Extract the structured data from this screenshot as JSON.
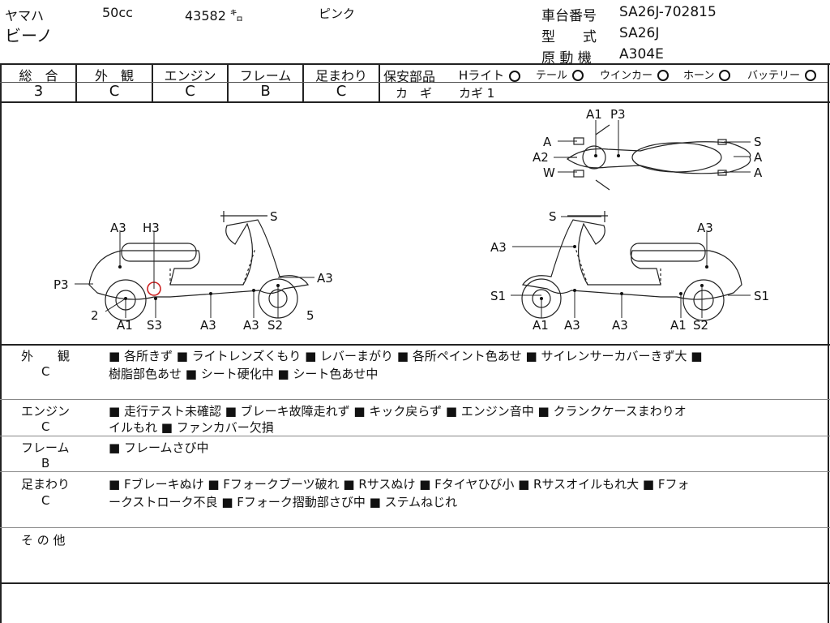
{
  "header": {
    "maker": "ヤマハ",
    "displacement": "50cc",
    "mileage": "43582",
    "mileage_unit": "㌔",
    "color": "ピンク",
    "model_name": "ビーノ",
    "chassis_label": "車台番号",
    "chassis_value": "SA26J-702815",
    "type_label": "型　　式",
    "type_value": "SA26J",
    "engine_label": "原 動 機",
    "engine_value": "A304E"
  },
  "grades": [
    {
      "label": "総　合",
      "value": "3"
    },
    {
      "label": "外　観",
      "value": "C"
    },
    {
      "label": "エンジン",
      "value": "C"
    },
    {
      "label": "フレーム",
      "value": "B"
    },
    {
      "label": "足まわり",
      "value": "C"
    }
  ],
  "safety": {
    "label": "保安部品",
    "items": [
      "Hライト",
      "テール",
      "ウインカー",
      "ホーン",
      "バッテリー"
    ],
    "key_label": "カ　ギ",
    "key_value": "カギ 1"
  },
  "diagram_labels": {
    "top": [
      "A1",
      "P3",
      "A",
      "A2",
      "W",
      "S",
      "A",
      "A"
    ],
    "left": [
      "S",
      "A3",
      "H3",
      "P3",
      "A3",
      "2",
      "5",
      "A1",
      "S3",
      "A3",
      "A3",
      "S2"
    ],
    "right": [
      "S",
      "A3",
      "A3",
      "S1",
      "S1",
      "A1",
      "A3",
      "A3",
      "A1",
      "S2"
    ]
  },
  "sections": [
    {
      "title": "外　　観",
      "grade": "C",
      "line1": "■ 各所きず ■ ライトレンズくもり ■ レバーまがり ■ 各所ペイント色あせ ■ サイレンサーカバーきず大 ■",
      "line2": "樹脂部色あせ ■ シート硬化中 ■ シート色あせ中"
    },
    {
      "title": "エンジン",
      "grade": "C",
      "line1": "■ 走行テスト未確認 ■ ブレーキ故障走れず ■ キック戻らず ■ エンジン音中 ■ クランクケースまわりオ",
      "line2": "イルもれ ■ ファンカバー欠損"
    },
    {
      "title": "フレーム",
      "grade": "B",
      "line1": "■ フレームさび中",
      "line2": ""
    },
    {
      "title": "足まわり",
      "grade": "C",
      "line1": "■ Fブレーキぬけ ■ Fフォークブーツ破れ ■ Rサスぬけ ■ Fタイヤひび小 ■ Rサスオイルもれ大 ■ Fフォ",
      "line2": "ークストローク不良 ■ Fフォーク摺動部さび中 ■ ステムねじれ"
    },
    {
      "title": "そ の 他",
      "grade": "",
      "line1": "",
      "line2": ""
    }
  ]
}
